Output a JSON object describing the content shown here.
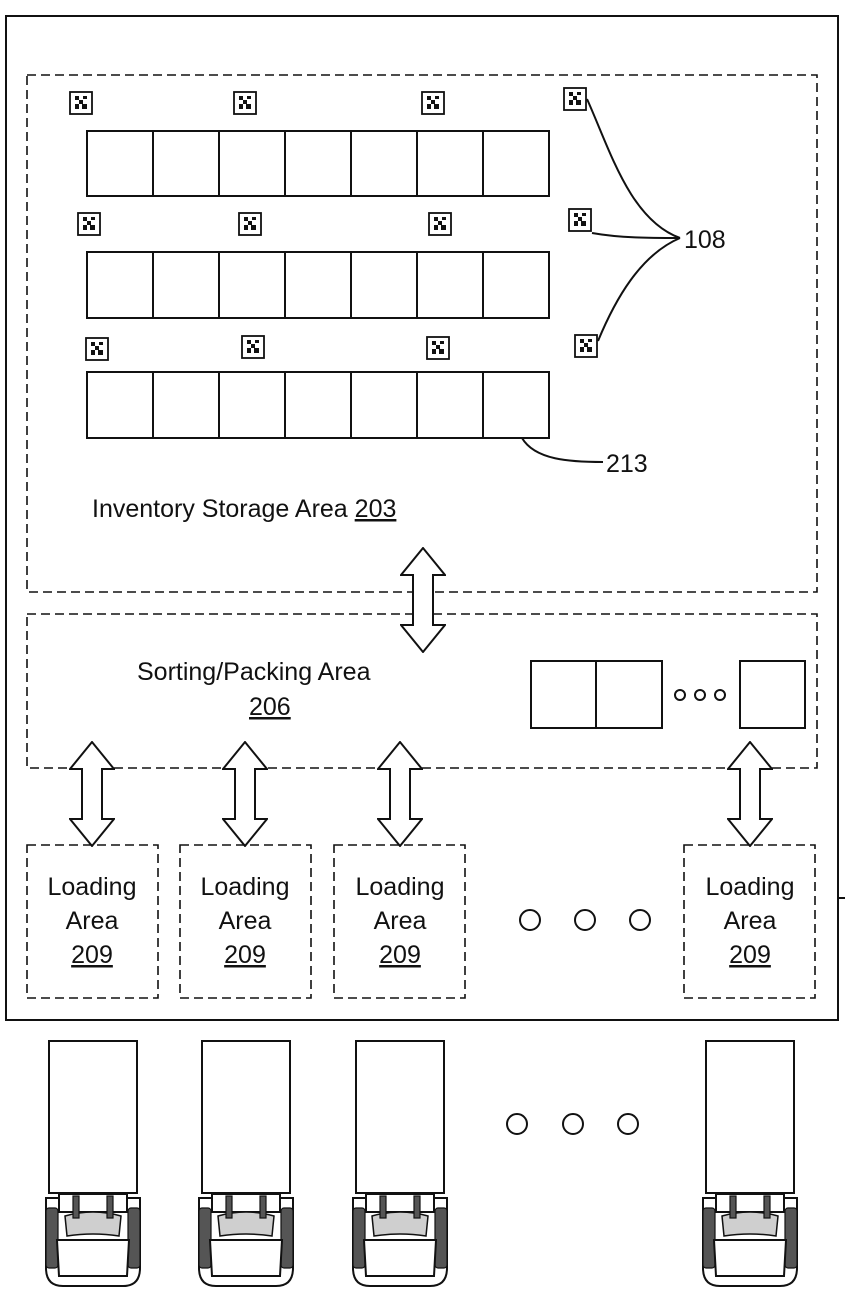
{
  "labels": {
    "fiducial_ref": "108",
    "rack_ref": "213",
    "storage_text": "Inventory Storage Area ",
    "storage_ref": "203",
    "sorting_text": "Sorting/Packing Area",
    "sorting_ref": "206",
    "loading_line1": "Loading",
    "loading_line2": "Area",
    "loading_ref": "209"
  },
  "loading_areas": [
    {
      "line1": "Loading",
      "line2": "Area",
      "ref": "209"
    },
    {
      "line1": "Loading",
      "line2": "Area",
      "ref": "209"
    },
    {
      "line1": "Loading",
      "line2": "Area",
      "ref": "209"
    },
    {
      "line1": "Loading",
      "line2": "Area",
      "ref": "209"
    }
  ],
  "icons": {
    "fiducial": "fiducial-marker-icon",
    "arrow": "double-arrow-icon",
    "truck": "truck-icon",
    "ellipsis": "ellipsis-dots-icon"
  },
  "colors": {
    "line": "#111111",
    "background": "#ffffff"
  }
}
